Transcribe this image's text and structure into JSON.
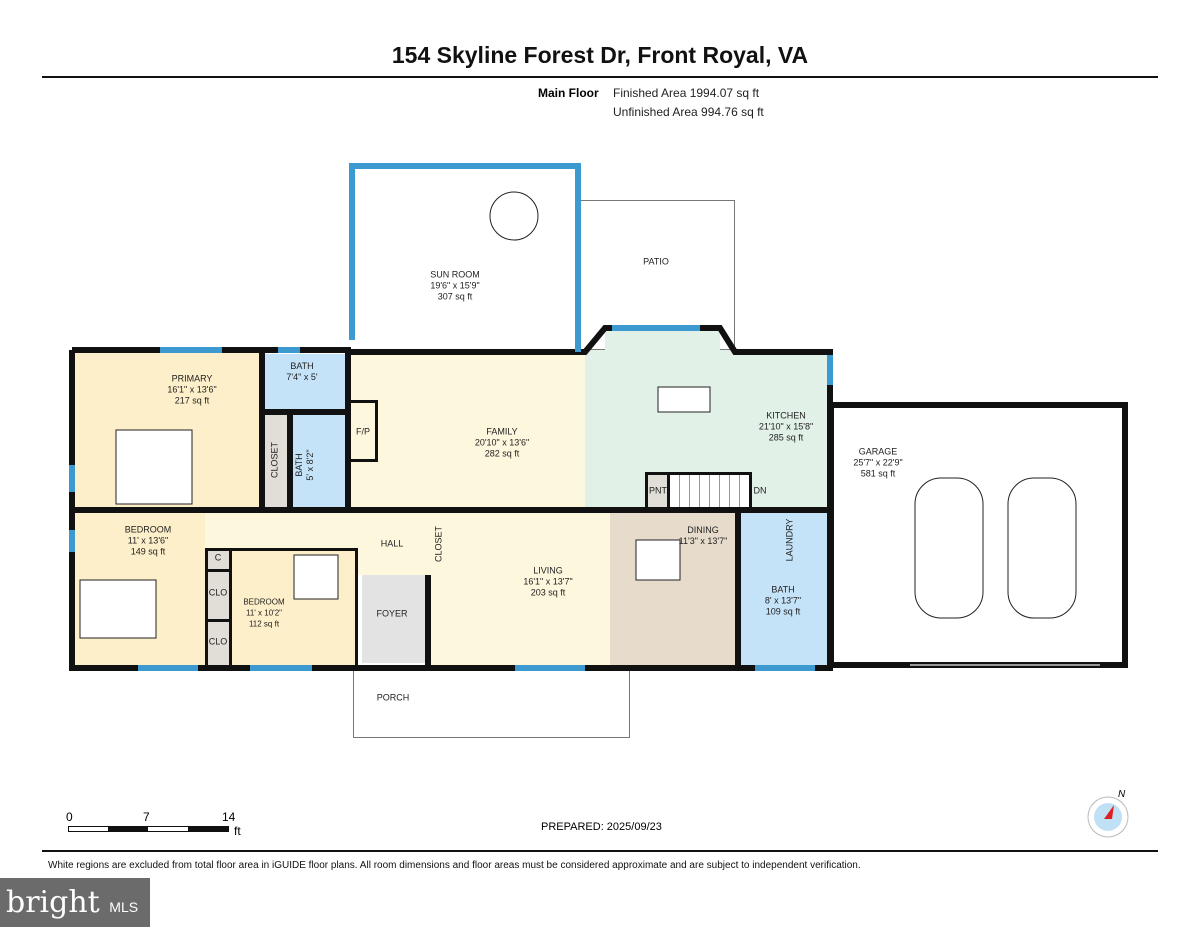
{
  "header": {
    "title": "154 Skyline Forest Dr, Front Royal, VA",
    "floor": "Main Floor",
    "finished": "Finished Area 1994.07 sq ft",
    "unfinished": "Unfinished Area 994.76 sq ft"
  },
  "rooms": {
    "sunroom": {
      "name": "SUN ROOM",
      "dims": "19'6\" x 15'9\"",
      "area": "307 sq ft"
    },
    "patio": {
      "name": "PATIO"
    },
    "primary": {
      "name": "PRIMARY",
      "dims": "16'1\" x 13'6\"",
      "area": "217 sq ft"
    },
    "bath1": {
      "name": "BATH",
      "dims": "7'4\" x 5'"
    },
    "closet1": {
      "name": "CLOSET"
    },
    "bath2": {
      "name": "BATH",
      "dims": "5' x 8'2\""
    },
    "fp": {
      "name": "F/P"
    },
    "family": {
      "name": "FAMILY",
      "dims": "20'10\" x 13'6\"",
      "area": "282 sq ft"
    },
    "kitchen": {
      "name": "KITCHEN",
      "dims": "21'10\" x 15'8\"",
      "area": "285 sq ft"
    },
    "pnt": {
      "name": "PNT"
    },
    "dn": {
      "name": "DN"
    },
    "garage": {
      "name": "GARAGE",
      "dims": "25'7\" x 22'9\"",
      "area": "581 sq ft"
    },
    "bedroom1": {
      "name": "BEDROOM",
      "dims": "11' x 13'6\"",
      "area": "149 sq ft"
    },
    "c": {
      "name": "C"
    },
    "clo1": {
      "name": "CLO"
    },
    "clo2": {
      "name": "CLO"
    },
    "bedroom2": {
      "name": "BEDROOM",
      "dims": "11' x 10'2\"",
      "area": "112 sq ft"
    },
    "hall": {
      "name": "HALL"
    },
    "closet2": {
      "name": "CLOSET"
    },
    "foyer": {
      "name": "FOYER"
    },
    "living": {
      "name": "LIVING",
      "dims": "16'1\" x 13'7\"",
      "area": "203 sq ft"
    },
    "dining": {
      "name": "DINING",
      "dims": "11'3\" x 13'7\""
    },
    "laundry": {
      "name": "LAUNDRY"
    },
    "bath3": {
      "name": "BATH",
      "dims": "8' x 13'7\"",
      "area": "109 sq ft"
    },
    "porch": {
      "name": "PORCH"
    }
  },
  "scale": {
    "t0": "0",
    "t1": "7",
    "t2": "14",
    "unit": "ft"
  },
  "compass": {
    "label": "N"
  },
  "prepared": "PREPARED: 2025/09/23",
  "disclaimer": "White regions are excluded from total floor area in iGUIDE floor plans. All room dimensions and floor areas must be considered approximate and are subject to independent verification.",
  "watermark": {
    "brand": "bright",
    "suffix": "MLS"
  },
  "colors": {
    "bedroom": "#fdefc9",
    "living": "#fdf7de",
    "kitchen": "#e2f1e8",
    "bath": "#c5e3f8",
    "closet": "#e1ddd7",
    "dining": "#e7dccb",
    "foyer": "#e3e3e3",
    "window": "#3d9ad1",
    "wall": "#111111"
  }
}
